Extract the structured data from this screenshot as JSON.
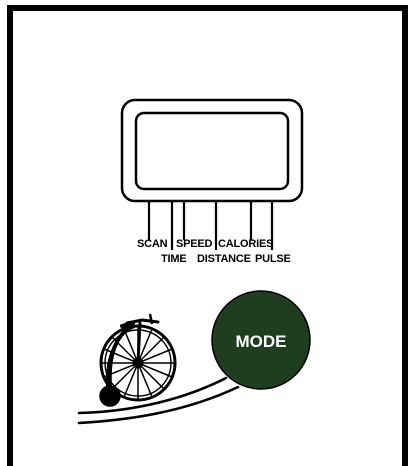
{
  "console": {
    "labels": {
      "scan": "SCAN",
      "time": "TIME",
      "speed": "SPEED",
      "distance": "DISTANCE",
      "calories": "CALORIES",
      "pulse": "PULSE"
    },
    "mode_button": {
      "label": "MODE",
      "color": "#1f3d1f"
    },
    "icons": {
      "display": "lcd-display-icon",
      "bicycle": "penny-farthing-bicycle-icon"
    }
  }
}
